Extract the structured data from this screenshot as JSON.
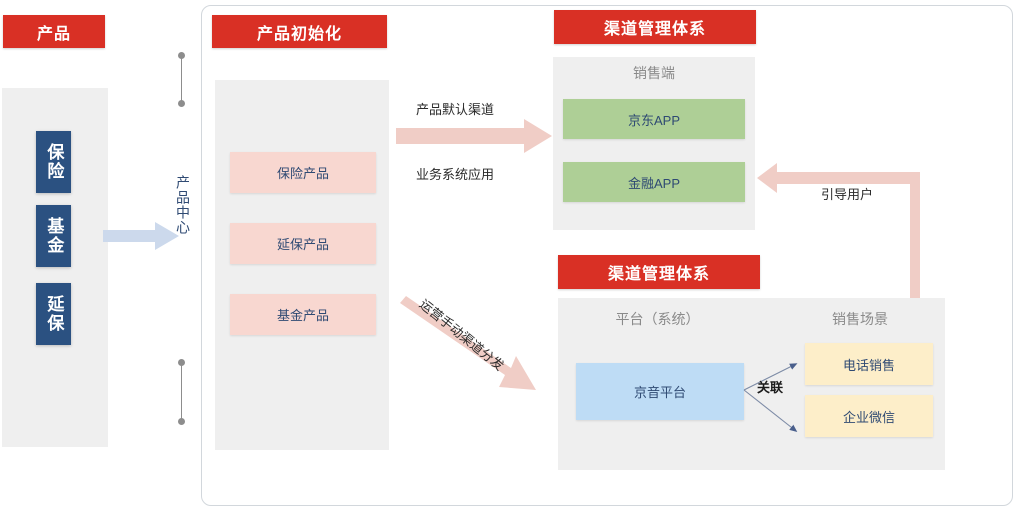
{
  "diagram": {
    "left_column": {
      "header": "产品",
      "items": [
        "保险",
        "基金",
        "延保"
      ]
    },
    "center_hub": {
      "label": "产品中心"
    },
    "product_init": {
      "header": "产品初始化",
      "items": [
        "保险产品",
        "延保产品",
        "基金产品"
      ]
    },
    "channel_system_top": {
      "header": "渠道管理体系",
      "group_label": "销售端",
      "items": [
        "京东APP",
        "金融APP"
      ]
    },
    "channel_system_bottom": {
      "header": "渠道管理体系",
      "group_label_left": "平台（系统）",
      "group_label_right": "销售场景",
      "platform": "京音平台",
      "scenes": [
        "电话销售",
        "企业微信"
      ],
      "link_label": "关联"
    },
    "edges": {
      "default_channel": "产品默认渠道",
      "business_system": "业务系统应用",
      "manual_distribute": "运营手动渠道分发",
      "guide_user": "引导用户"
    },
    "colors": {
      "ribbon_red": "#d93025",
      "panel_gray": "#efefef",
      "node_blue_dark": "#2b5181",
      "node_pink": "#f8d7d0",
      "node_green": "#aecf96",
      "node_blue_light": "#bedcf5",
      "node_yellow": "#fdeec9",
      "arrow_pink": "#f0cdc6",
      "arrow_blue": "#ccd9ec",
      "connector_gray": "#8d8d8d",
      "text_navy": "#2f4a73"
    }
  }
}
